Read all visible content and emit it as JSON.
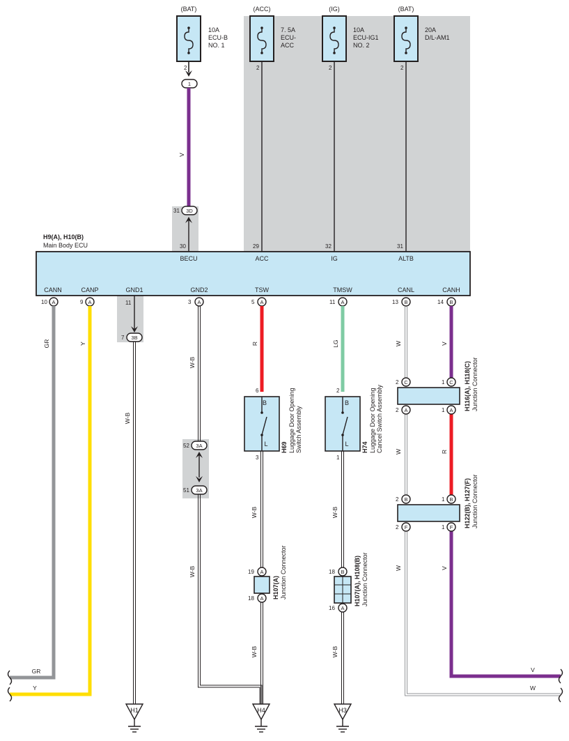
{
  "fuses": [
    {
      "id": "f1",
      "source": "(BAT)",
      "rating": "10A",
      "name1": "ECU-B",
      "name2": "NO. 1",
      "pin": "2"
    },
    {
      "id": "f2",
      "source": "(ACC)",
      "rating": "7. 5A",
      "name1": "ECU-",
      "name2": "ACC",
      "pin": "2"
    },
    {
      "id": "f3",
      "source": "(IG)",
      "rating": "10A",
      "name1": "ECU-IG1",
      "name2": "NO. 2",
      "pin": "2"
    },
    {
      "id": "f4",
      "source": "(BAT)",
      "rating": "20A",
      "name1": "D/L-AM1",
      "name2": "",
      "pin": "2"
    }
  ],
  "ecu": {
    "code": "H9(A), H10(B)",
    "name": "Main Body ECU",
    "top_terminals": [
      {
        "label": "BECU",
        "pin": "30"
      },
      {
        "label": "ACC",
        "pin": "29"
      },
      {
        "label": "IG",
        "pin": "32"
      },
      {
        "label": "ALTB",
        "pin": "31"
      }
    ],
    "bottom_terminals": [
      {
        "label": "CANN",
        "pin": "10",
        "conn": "A"
      },
      {
        "label": "CANP",
        "pin": "9",
        "conn": "A"
      },
      {
        "label": "GND1",
        "pin": "11",
        "conn": ""
      },
      {
        "label": "GND2",
        "pin": "3",
        "conn": "A"
      },
      {
        "label": "TSW",
        "pin": "5",
        "conn": "A"
      },
      {
        "label": "TMSW",
        "pin": "11",
        "conn": "A"
      },
      {
        "label": "CANL",
        "pin": "13",
        "conn": "B"
      },
      {
        "label": "CANH",
        "pin": "14",
        "conn": "B"
      }
    ]
  },
  "junction_marks": {
    "fuse1_out": "1",
    "becu_in": {
      "pin": "31",
      "code": "3D"
    },
    "gnd1_join": {
      "pin": "7",
      "code": "3B"
    },
    "gnd2_upper": {
      "pin": "52",
      "code": "3A"
    },
    "gnd2_lower": {
      "pin": "51",
      "code": "3A"
    }
  },
  "wire_colors": {
    "becu": "V",
    "cann": "GR",
    "canp": "Y",
    "gnd1": "W-B",
    "gnd2_top": "W-B",
    "gnd2_bottom": "W-B",
    "tsw": "R",
    "tsw_low": "W-B",
    "tsw_bottom": "W-B",
    "tmsw": "LG",
    "tmsw_low": "W-B",
    "tmsw_bottom": "W-B",
    "canl_top": "W",
    "canl_mid": "W",
    "canl_low": "W",
    "canh_top": "V",
    "canh_mid": "R",
    "canh_low": "V",
    "out_gr": "GR",
    "out_y": "Y",
    "out_v": "V",
    "out_w": "W"
  },
  "switches": [
    {
      "code": "H69",
      "line1": "Luggage Door Opening",
      "line2": "Switch Assembly",
      "pin_top": "6",
      "pin_bottom": "3",
      "t_top": "B",
      "t_bottom": "L"
    },
    {
      "code": "H74",
      "line1": "Luggage Door Opening",
      "line2": "Cancel Switch Assembly",
      "pin_top": "2",
      "pin_bottom": "1",
      "t_top": "B",
      "t_bottom": "L"
    }
  ],
  "junction_connectors": [
    {
      "code": "H116(A), H118(C)",
      "name": "Junction Connector",
      "pin_tl": "2",
      "pin_tr": "1",
      "c_tl": "C",
      "c_tr": "C",
      "pin_bl": "2",
      "pin_br": "1",
      "c_bl": "A",
      "c_br": "A"
    },
    {
      "code": "H122(B), H127(F)",
      "name": "Junction Connector",
      "pin_tl": "2",
      "pin_tr": "1",
      "c_tl": "B",
      "c_tr": "B",
      "pin_bl": "2",
      "pin_br": "1",
      "c_bl": "F",
      "c_br": "F"
    },
    {
      "code": "H107(A)",
      "name": "Junction Connector",
      "pin_t": "19",
      "pin_b": "18",
      "c_t": "A",
      "c_b": "A"
    },
    {
      "code": "H107(A), H108(B)",
      "name": "Junction Connector",
      "pin_t": "18",
      "pin_b": "16",
      "c_t": "B",
      "c_b": "A"
    }
  ],
  "grounds": [
    "H1",
    "H4",
    "H3"
  ],
  "colors": {
    "box_fill": "#c6e7f5",
    "shade": "#d1d3d4",
    "wire_violet": "#7b2f8e",
    "wire_gray": "#939598",
    "wire_yellow": "#ffde00",
    "wire_red": "#ed1c24",
    "wire_lightgreen": "#7fcba4",
    "line_black": "#231f20"
  }
}
